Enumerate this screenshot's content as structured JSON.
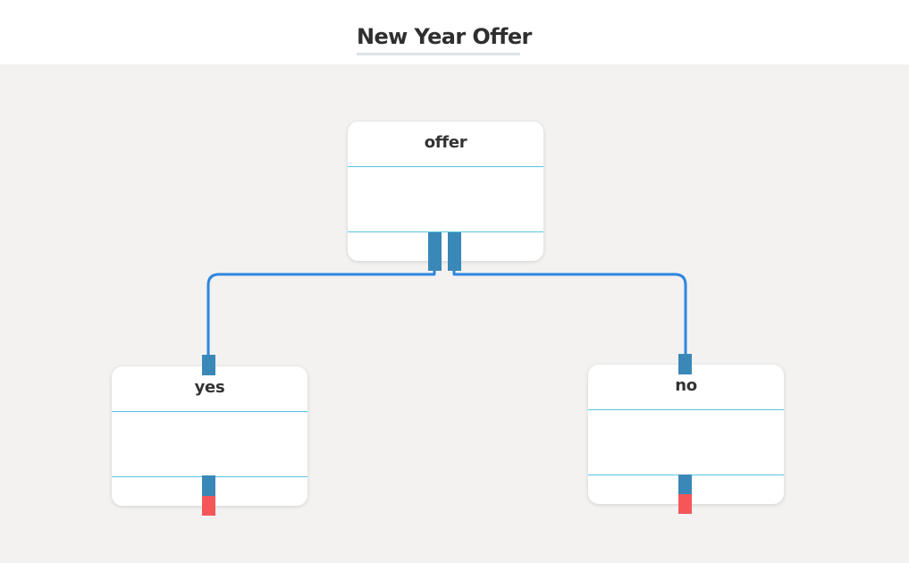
{
  "diagram": {
    "title": "New Year Offer",
    "nodes": {
      "offer": {
        "label": "offer"
      },
      "yes": {
        "label": "yes"
      },
      "no": {
        "label": "no"
      }
    },
    "edges": [
      {
        "from": "offer",
        "to": "yes"
      },
      {
        "from": "offer",
        "to": "no"
      }
    ]
  },
  "colors": {
    "canvas_background": "#f3f2f1",
    "node_background": "#ffffff",
    "node_divider": "#59c4e3",
    "port": "#3a88b8",
    "end_port": "#f65658",
    "connector": "#2e86de"
  }
}
